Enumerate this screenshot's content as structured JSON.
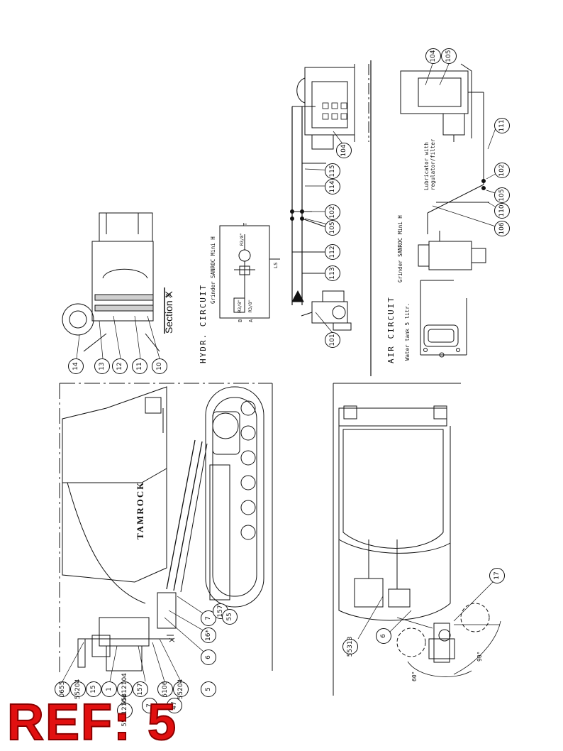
{
  "sheet": {
    "section_label": "Section  X",
    "hydraulic_title": "HYDR. CIRCUIT",
    "air_title": "AIR CIRCUIT",
    "grinder_hydr": "Grinder SANROC Mini H",
    "grinder_air": "Grinder SANROC Mini H",
    "water_tank": "Water tank 5 litr.",
    "lubricator_line1": "Lubricator with",
    "lubricator_line2": "regulator/filter",
    "brand": "TAMROCK",
    "ref_label": "REF: 5",
    "port_labels": [
      "B",
      "A",
      "T",
      "LS",
      "R3/8\"",
      "R3/8\"",
      "R3/8\""
    ],
    "angles": [
      "60°",
      "90°"
    ],
    "x_marks": [
      "X",
      "X"
    ],
    "balloons_section": [
      "14",
      "13",
      "12",
      "11",
      "10"
    ],
    "balloons_hydr": [
      "101",
      "113",
      "112",
      "105",
      "102",
      "114",
      "115",
      "104"
    ],
    "balloons_air": [
      "104",
      "105",
      "111",
      "102",
      "105",
      "110",
      "106"
    ],
    "balloons_side": [
      "6",
      "7",
      "157",
      "55",
      "16*",
      "5",
      "17",
      "55313",
      "6"
    ],
    "balloons_bottom": [
      "0655",
      "55204",
      "15",
      "1",
      "55312104",
      "157",
      "7",
      "55312104",
      "5106",
      "47",
      "55204"
    ]
  },
  "colors": {
    "ink": "#111111",
    "ref_fill": "#e11010",
    "ref_stroke": "#8a0000"
  }
}
